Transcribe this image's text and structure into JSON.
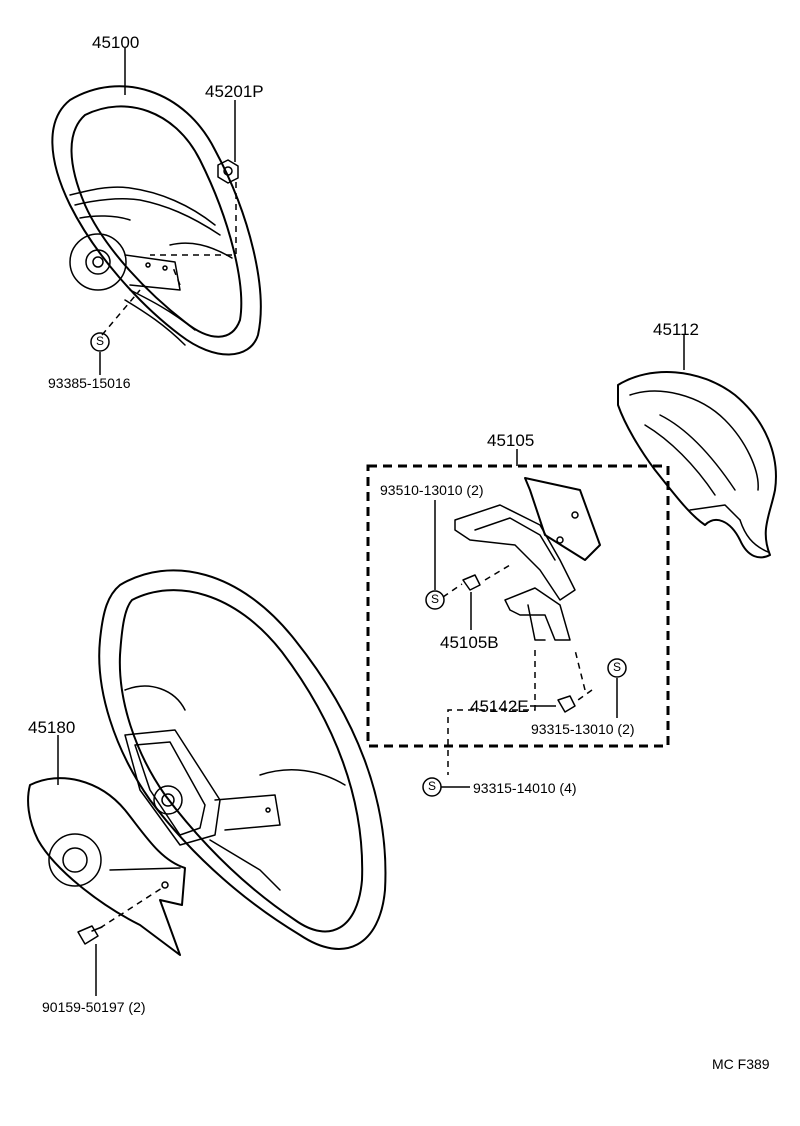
{
  "diagram": {
    "code": "MC F389",
    "parts": {
      "p45100": "45100",
      "p45201P": "45201P",
      "p93385": "93385-15016",
      "p45112": "45112",
      "p45105": "45105",
      "p93510": "93510-13010 (2)",
      "p45105B": "45105B",
      "p45142E": "45142E",
      "p93315_13010": "93315-13010 (2)",
      "p93315_14010": "93315-14010 (4)",
      "p45180": "45180",
      "p90159": "90159-50197 (2)"
    },
    "s_mark": "S"
  }
}
